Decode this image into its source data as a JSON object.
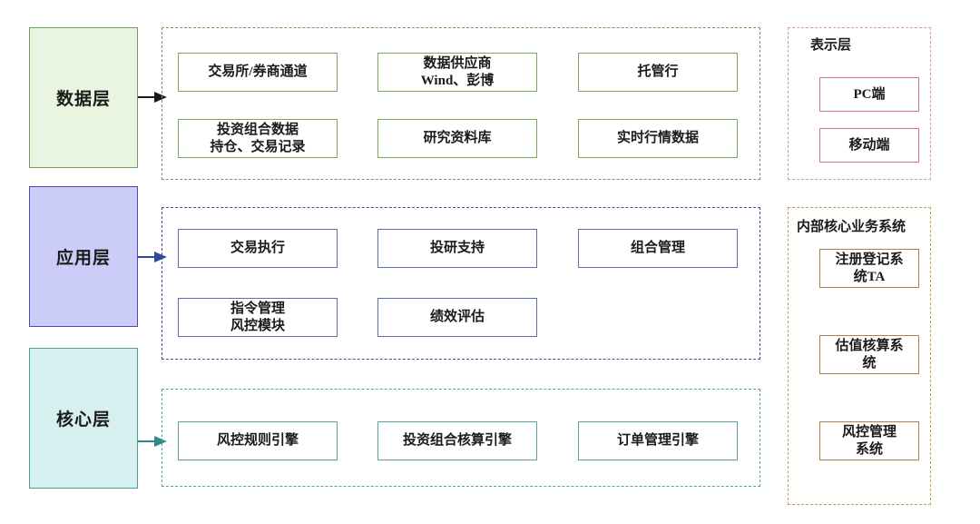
{
  "diagram": {
    "title": "",
    "layers": [
      {
        "id": "data-layer",
        "label": "数据层",
        "fill": "#e9f5e0",
        "border": "#6f9f5a",
        "arrow_color": "#1a1a1a",
        "group_border": "#6f9f5a",
        "item_border": "#7aa85f",
        "items": [
          {
            "label": "交易所/券商通道",
            "lines": [
              "交易所/券商通道"
            ]
          },
          {
            "label": "数据供应商 Wind、彭博",
            "lines": [
              "数据供应商",
              "Wind、彭博"
            ]
          },
          {
            "label": "托管行",
            "lines": [
              "托管行"
            ]
          },
          {
            "label": "投资组合数据 持仓、交易记录",
            "lines": [
              "投资组合数据",
              "持仓、交易记录"
            ]
          },
          {
            "label": "研究资料库",
            "lines": [
              "研究资料库"
            ]
          },
          {
            "label": "实时行情数据",
            "lines": [
              "实时行情数据"
            ]
          }
        ]
      },
      {
        "id": "application-layer",
        "label": "应用层",
        "fill": "#ccccf8",
        "border": "#4a4ab0",
        "arrow_color": "#2c4a9a",
        "group_border": "#3f4f9e",
        "item_border": "#5b6fae",
        "items": [
          {
            "label": "交易执行",
            "lines": [
              "交易执行"
            ]
          },
          {
            "label": "投研支持",
            "lines": [
              "投研支持"
            ]
          },
          {
            "label": "组合管理",
            "lines": [
              "组合管理"
            ]
          },
          {
            "label": "指令管理 风控模块",
            "lines": [
              "指令管理",
              "风控模块"
            ]
          },
          {
            "label": "绩效评估",
            "lines": [
              "绩效评估"
            ]
          }
        ]
      },
      {
        "id": "core-layer",
        "label": "核心层",
        "fill": "#d6f0ef",
        "border": "#4f9c9c",
        "arrow_color": "#2e8b8b",
        "group_border": "#56a3a3",
        "item_border": "#5ba0a0",
        "items": [
          {
            "label": "风控规则引擎",
            "lines": [
              "风控规则引擎"
            ]
          },
          {
            "label": "投资组合核算引擎",
            "lines": [
              "投资组合核算引擎"
            ]
          },
          {
            "label": "订单管理引擎",
            "lines": [
              "订单管理引擎"
            ]
          }
        ]
      }
    ],
    "right_panels": [
      {
        "id": "presentation-panel",
        "title": "表示层",
        "border": "#d79aa4",
        "item_border": "#d4737f",
        "items": [
          {
            "label": "PC端",
            "lines": [
              "PC端"
            ]
          },
          {
            "label": "移动端",
            "lines": [
              "移动端"
            ]
          }
        ]
      },
      {
        "id": "internal-core-business-panel",
        "title": "内部核心业务系统",
        "border": "#c79a5e",
        "item_border": "#a8814c",
        "items": [
          {
            "label": "注册登记系统TA",
            "lines": [
              "注册登记系",
              "统TA"
            ]
          },
          {
            "label": "估值核算系统",
            "lines": [
              "估值核算系",
              "统"
            ]
          },
          {
            "label": "风控管理系统",
            "lines": [
              "风控管理",
              "系统"
            ]
          }
        ]
      }
    ]
  }
}
